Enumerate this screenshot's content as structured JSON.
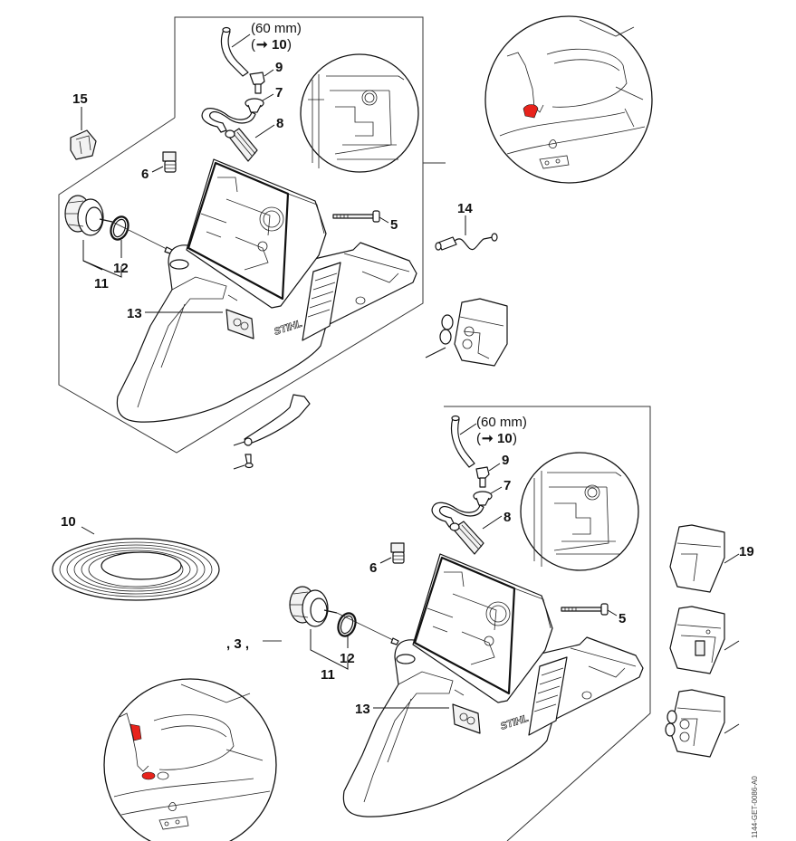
{
  "diagram": {
    "type": "exploded parts diagram",
    "drawing_code": "1144-GET-0086-A0",
    "accent_color": "#e8231c",
    "upper_assembly": {
      "hose_note": "(60 mm)",
      "hose_ref_arrow": "➞",
      "hose_ref": "10",
      "hose_ref_open": "(",
      "hose_ref_close": ")",
      "labels": [
        "5",
        "6",
        "7",
        "8",
        "9",
        "11",
        "12",
        "13",
        "14",
        "15"
      ]
    },
    "lower_assembly": {
      "hose_note": "(60 mm)",
      "hose_ref_arrow": "➞",
      "hose_ref": "10",
      "hose_ref_open": "(",
      "hose_ref_close": ")",
      "labels": [
        "5",
        "6",
        "7",
        "8",
        "9",
        "11",
        "12",
        "13"
      ],
      "group_label": ", 3 ,"
    },
    "standalone_labels": [
      "10",
      "19"
    ]
  }
}
